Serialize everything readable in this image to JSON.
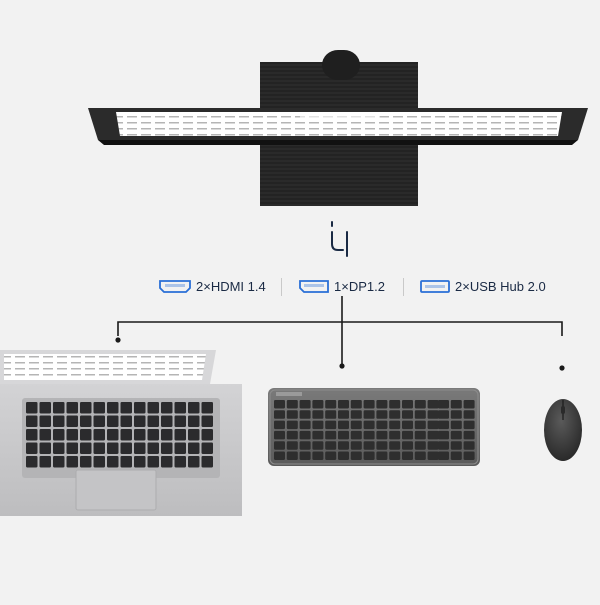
{
  "ports": [
    {
      "label": "2×HDMI 1.4",
      "icon": "hdmi-port-icon"
    },
    {
      "label": "1×DP1.2",
      "icon": "displayport-icon"
    },
    {
      "label": "2×USB Hub 2.0",
      "icon": "usb-port-icon"
    }
  ],
  "devices": [
    "laptop",
    "keyboard",
    "mouse"
  ],
  "colors": {
    "background": "#f2f2f2",
    "accent": "#2a6fd6",
    "line": "#1a1a1a",
    "monitor": "#222222",
    "laptop": "#c9c9cb",
    "keyboard": "#6b6b6b",
    "mouse": "#3c3c3c"
  }
}
